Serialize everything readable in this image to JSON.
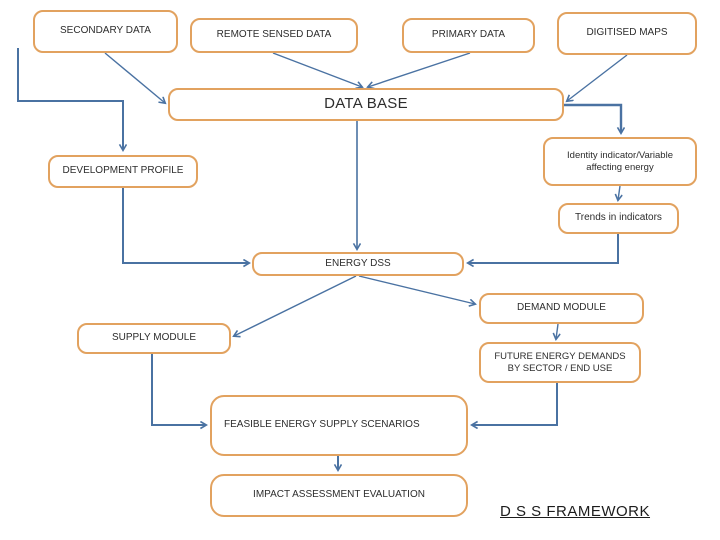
{
  "nodes": {
    "secondary": {
      "label": "SECONDARY DATA"
    },
    "remote": {
      "label": "REMOTE SENSED DATA"
    },
    "primary": {
      "label": "PRIMARY DATA"
    },
    "digitised": {
      "label": "DIGITISED MAPS"
    },
    "database": {
      "label": "DATA BASE"
    },
    "development": {
      "label": "DEVELOPMENT PROFILE"
    },
    "identity": {
      "label": "Identity indicator/Variable affecting energy"
    },
    "trends": {
      "label": "Trends in indicators"
    },
    "energy_dss": {
      "label": "ENERGY DSS"
    },
    "demand": {
      "label": "DEMAND MODULE"
    },
    "supply": {
      "label": "SUPPLY MODULE"
    },
    "future": {
      "label": "FUTURE ENERGY DEMANDS BY SECTOR / END USE"
    },
    "feasible": {
      "label": "FEASIBLE ENERGY SUPPLY SCENARIOS"
    },
    "impact": {
      "label": "IMPACT ASSESSMENT EVALUATION"
    }
  },
  "title": {
    "label": "D S S FRAMEWORK"
  },
  "edges": [
    {
      "from": "secondary",
      "to": "development"
    },
    {
      "from": "secondary",
      "to": "database"
    },
    {
      "from": "remote",
      "to": "database"
    },
    {
      "from": "primary",
      "to": "database"
    },
    {
      "from": "digitised",
      "to": "database"
    },
    {
      "from": "database",
      "to": "identity"
    },
    {
      "from": "identity",
      "to": "trends"
    },
    {
      "from": "trends",
      "to": "energy_dss"
    },
    {
      "from": "database",
      "to": "energy_dss"
    },
    {
      "from": "development",
      "to": "energy_dss"
    },
    {
      "from": "energy_dss",
      "to": "demand"
    },
    {
      "from": "energy_dss",
      "to": "supply"
    },
    {
      "from": "demand",
      "to": "future"
    },
    {
      "from": "future",
      "to": "feasible"
    },
    {
      "from": "supply",
      "to": "feasible"
    },
    {
      "from": "feasible",
      "to": "impact"
    }
  ],
  "colors": {
    "box_border": "#e2a25f",
    "connector": "#4a72a2",
    "text": "#2d2d2d",
    "title_text": "#1c1c1c",
    "bg": "#ffffff"
  }
}
